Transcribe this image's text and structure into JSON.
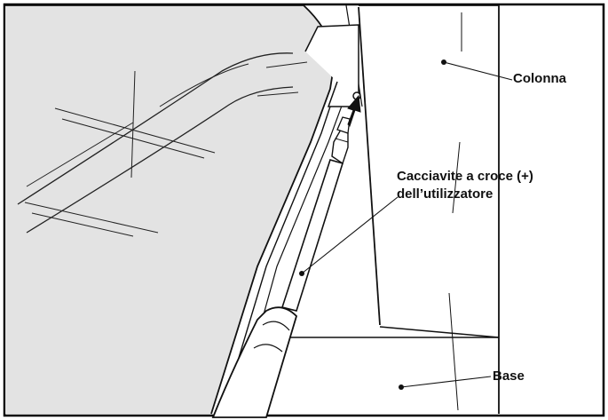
{
  "labels": {
    "colonna": "Colonna",
    "cacciavite_line1": "Cacciavite a croce (+)",
    "cacciavite_line2": "dell’utilizzatore",
    "base": "Base"
  }
}
